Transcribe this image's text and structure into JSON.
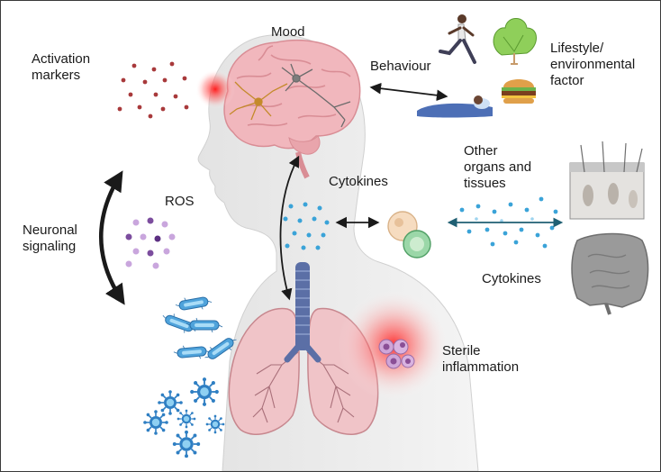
{
  "labels": {
    "mood": "Mood",
    "activation_markers": [
      "Activation",
      "markers"
    ],
    "behaviour": "Behaviour",
    "lifestyle": [
      "Lifestyle/",
      "environmental",
      "factor"
    ],
    "other_organs": [
      "Other",
      "organs and",
      "tissues"
    ],
    "cytokines_center": "Cytokines",
    "cytokines_right": "Cytokines",
    "ros": "ROS",
    "neuronal_signaling": [
      "Neuronal",
      "signaling"
    ],
    "sterile_inflammation": [
      "Sterile",
      "inflammation"
    ]
  },
  "colors": {
    "head_silhouette": "#e9e9e9",
    "brain": "#f1b7bd",
    "lung": "#f0c4c8",
    "trachea": "#5b6fa6",
    "cytokine_dot": "#3aa3d8",
    "activation_dot": "#a8393b",
    "ros_dot": "#7c4d9e",
    "bacteria": "#4fa3db",
    "virus": "#2f7fc3",
    "arrow": "#1a1a1a",
    "arrow_teal": "#1f5f73",
    "inflammation_glow": "#ff5a5a"
  },
  "icons": [
    "neuron-icon",
    "runner-icon",
    "lettuce-icon",
    "burger-icon",
    "sleeping-person-icon",
    "immune-cell-icon",
    "skin-tissue-icon",
    "intestine-icon",
    "bacteria-icon",
    "virus-icon",
    "lungs-icon",
    "brain-icon"
  ]
}
